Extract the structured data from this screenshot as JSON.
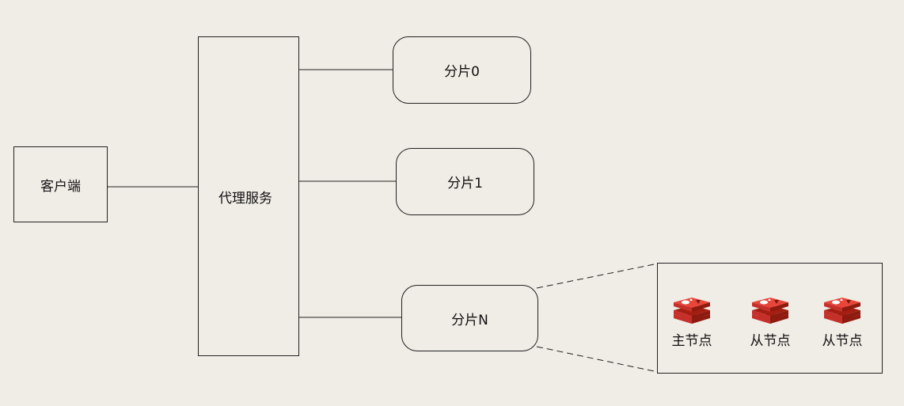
{
  "client": {
    "label": "客户端"
  },
  "proxy": {
    "label": "代理服务"
  },
  "shards": [
    {
      "label": "分片0"
    },
    {
      "label": "分片1"
    },
    {
      "label": "分片N"
    }
  ],
  "detail": {
    "nodes": [
      {
        "label": "主节点",
        "icon": "redis-logo-icon"
      },
      {
        "label": "从节点",
        "icon": "redis-logo-icon"
      },
      {
        "label": "从节点",
        "icon": "redis-logo-icon"
      }
    ]
  },
  "colors": {
    "background": "#f0ece6",
    "stroke": "#222222",
    "redis_red": "#c6302b",
    "redis_dark": "#a41e11"
  }
}
